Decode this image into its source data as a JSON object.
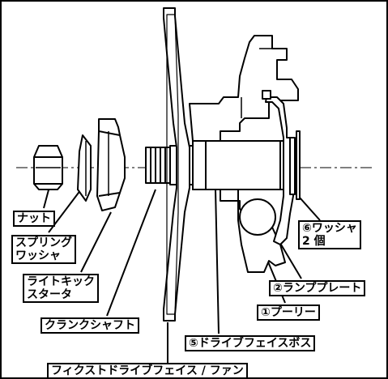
{
  "labels": {
    "nut": "ナット",
    "spring_washer_1": "スプリング",
    "spring_washer_2": "ワッシャ",
    "light_kick_starter_1": "ライトキック",
    "light_kick_starter_2": "スタータ",
    "crankshaft": "クランクシャフト",
    "fixed_drive_face_fan": "フィクストドライブフェイス / ファン",
    "drive_face_boss": "⑤ドライブフェイスボス",
    "pulley": "①プーリー",
    "ramp_plate": "②ランププレート",
    "washer_1": "⑥ワッシャ",
    "washer_2": "2 個"
  }
}
